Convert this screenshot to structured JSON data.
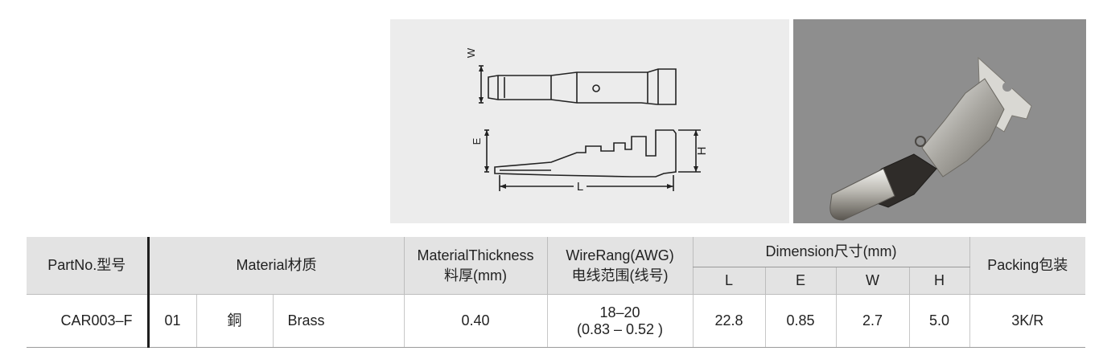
{
  "drawing": {
    "dimension_labels": {
      "w": "W",
      "e": "E",
      "h": "H",
      "l": "L"
    }
  },
  "table": {
    "headers": {
      "partno": "PartNo.型号",
      "material": "Material材质",
      "thickness_line1": "MaterialThickness",
      "thickness_line2": "料厚(mm)",
      "wire_line1": "WireRang(AWG)",
      "wire_line2": "电线范围(线号)",
      "dimension": "Dimension尺寸(mm)",
      "packing": "Packing包装",
      "dim_l": "L",
      "dim_e": "E",
      "dim_w": "W",
      "dim_h": "H"
    },
    "row": {
      "partno": "CAR003–F",
      "material_code": "01",
      "material_cn": "銅",
      "material_en": "Brass",
      "thickness": "0.40",
      "wire_line1": "18–20",
      "wire_line2": "(0.83 – 0.52 )",
      "l": "22.8",
      "e": "0.85",
      "w": "2.7",
      "h": "5.0",
      "packing": "3K/R"
    }
  }
}
